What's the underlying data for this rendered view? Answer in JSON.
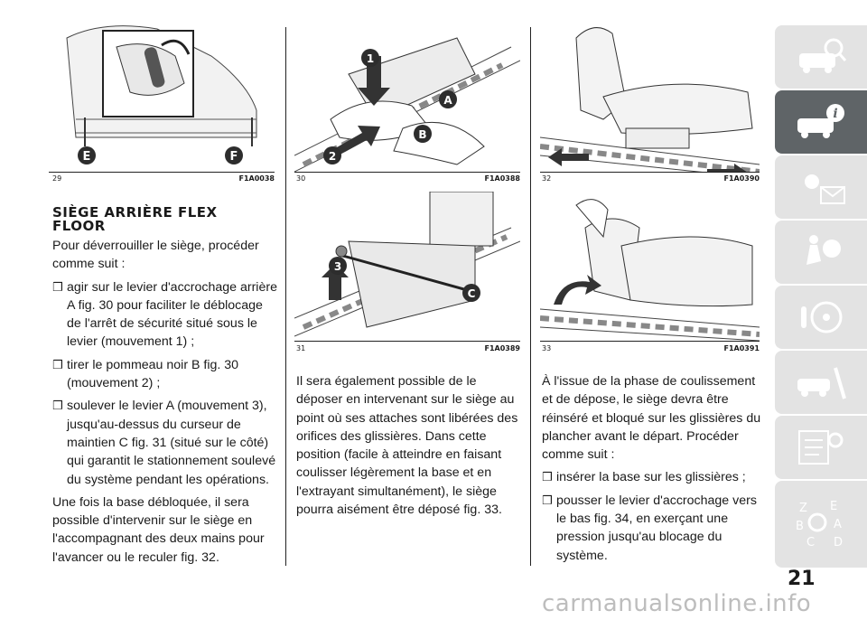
{
  "figures": {
    "f29": {
      "num": "29",
      "code": "F1A0038",
      "labels": [
        "E",
        "F"
      ]
    },
    "f30": {
      "num": "30",
      "code": "F1A0388",
      "labels": [
        "1",
        "A",
        "B",
        "2"
      ]
    },
    "f31": {
      "num": "31",
      "code": "F1A0389",
      "labels": [
        "3",
        "C"
      ]
    },
    "f32": {
      "num": "32",
      "code": "F1A0390"
    },
    "f33": {
      "num": "33",
      "code": "F1A0391"
    }
  },
  "col1": {
    "heading": "SIÈGE ARRIÈRE FLEX FLOOR",
    "intro": "Pour déverrouiller le siège, procéder comme suit :",
    "bullets": [
      "agir sur le levier d'accrochage arrière A fig. 30 pour faciliter le déblocage de l'arrêt de sécurité situé sous le levier (mouvement 1) ;",
      "tirer le pommeau noir B fig. 30 (mouvement 2) ;",
      "soulever le levier A (mouvement 3), jusqu'au-dessus du curseur de maintien C fig. 31 (situé sur le côté) qui garantit le stationnement soulevé du système pendant les opérations."
    ],
    "para": "Une fois la base débloquée, il sera possible d'intervenir sur le siège en l'accompagnant des deux mains pour l'avancer ou le reculer fig. 32."
  },
  "col2": {
    "para": "Il sera également possible de le déposer en intervenant sur le siège au point où ses attaches sont libérées des orifices des glissières. Dans cette position (facile à atteindre en faisant coulisser légèrement la base et en l'extrayant simultanément), le siège pourra aisément être déposé fig. 33."
  },
  "col3": {
    "para": "À l'issue de la phase de coulissement et de dépose, le siège devra être réinséré et bloqué sur les glissières du plancher avant le départ. Procéder comme suit :",
    "bullets": [
      "insérer la base sur les glissières ;",
      "pousser le levier d'accrochage vers le bas fig. 34, en exerçant une pression jusqu'au blocage du système."
    ]
  },
  "bullet_glyph": "❒",
  "sidebar": {
    "tabs": [
      {
        "icon": "car-dashboard-icon",
        "active": false
      },
      {
        "icon": "car-info-icon",
        "active": true
      },
      {
        "icon": "warning-lights-icon",
        "active": false
      },
      {
        "icon": "airbag-seat-icon",
        "active": false
      },
      {
        "icon": "steering-wheel-icon",
        "active": false
      },
      {
        "icon": "car-service-icon",
        "active": false
      },
      {
        "icon": "specs-icon",
        "active": false
      },
      {
        "icon": "index-icon",
        "active": false
      }
    ],
    "active_color": "#5f6467",
    "inactive_color": "#e3e3e3"
  },
  "page_number": "21",
  "watermark": "carmanualsonline.info"
}
